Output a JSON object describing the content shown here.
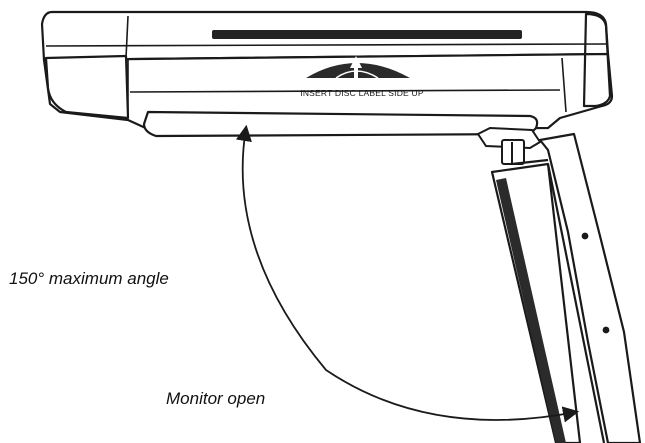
{
  "diagram": {
    "label_text": "INSERT DISC LABEL SIDE UP",
    "callouts": {
      "max_angle": "150° maximum angle",
      "monitor_open": "Monitor open"
    },
    "angle_degrees": 150,
    "colors": {
      "line": "#1a1a1a",
      "fill": "#ffffff",
      "shade": "#2b2b2b",
      "slot": "#222222"
    },
    "icons": {
      "disc_emblem": "eject-arrow-emblem-icon"
    }
  }
}
